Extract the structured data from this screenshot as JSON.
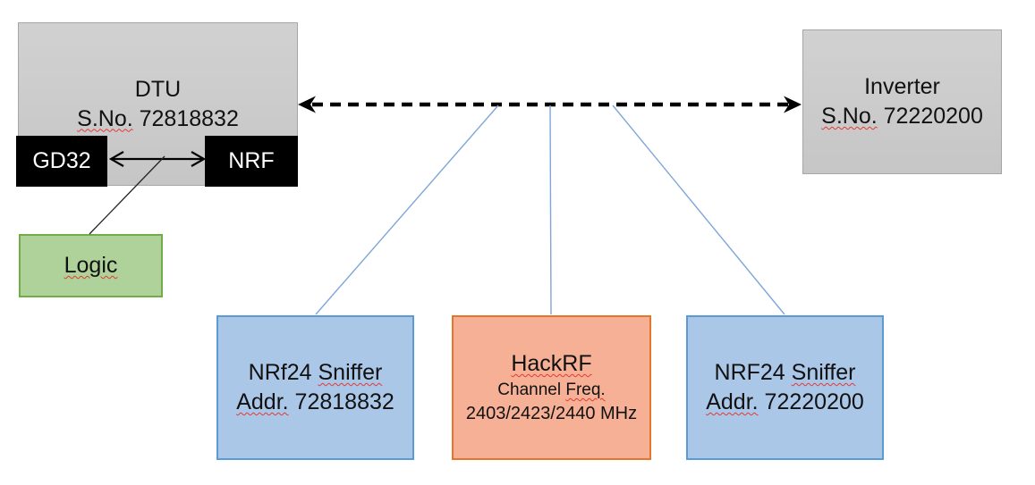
{
  "colors": {
    "box_gray_fill": "#CBCBCB",
    "box_gray_border": "#A6A6A6",
    "box_black_fill": "#000000",
    "box_green_fill": "#AED29A",
    "box_green_border": "#70AD47",
    "box_blue_fill": "#AAC7E8",
    "box_blue_border": "#5B9BD5",
    "box_orange_fill": "#F6B096",
    "box_orange_border": "#E2762D",
    "connector_blue": "#7EA6D8",
    "connector_black": "#000000",
    "spellcheck_squiggle_red": "#E53935",
    "text_dark": "#111111",
    "text_light": "#FFFFFF"
  },
  "nodes": {
    "dtu": {
      "title": "DTU",
      "serial_label": "S.No.",
      "serial_number": "72818832"
    },
    "gd32": {
      "label": "GD32"
    },
    "nrf": {
      "label": "NRF"
    },
    "logic": {
      "label": "Logic"
    },
    "inverter": {
      "title": "Inverter",
      "serial_label": "S.No.",
      "serial_number": "72220200"
    },
    "sniffer_dtu": {
      "device": "NRf24",
      "device_word2": "Sniffer",
      "addr_label": "Addr.",
      "addr_value": "72818832"
    },
    "hackrf": {
      "title": "HackRF",
      "channel_label_word1": "Channel",
      "channel_label_word2": "Freq.",
      "frequencies": "2403/2423/2440 MHz"
    },
    "sniffer_inverter": {
      "device": "NRF24",
      "device_word2": "Sniffer",
      "addr_label": "Addr.",
      "addr_value": "72220200"
    }
  }
}
